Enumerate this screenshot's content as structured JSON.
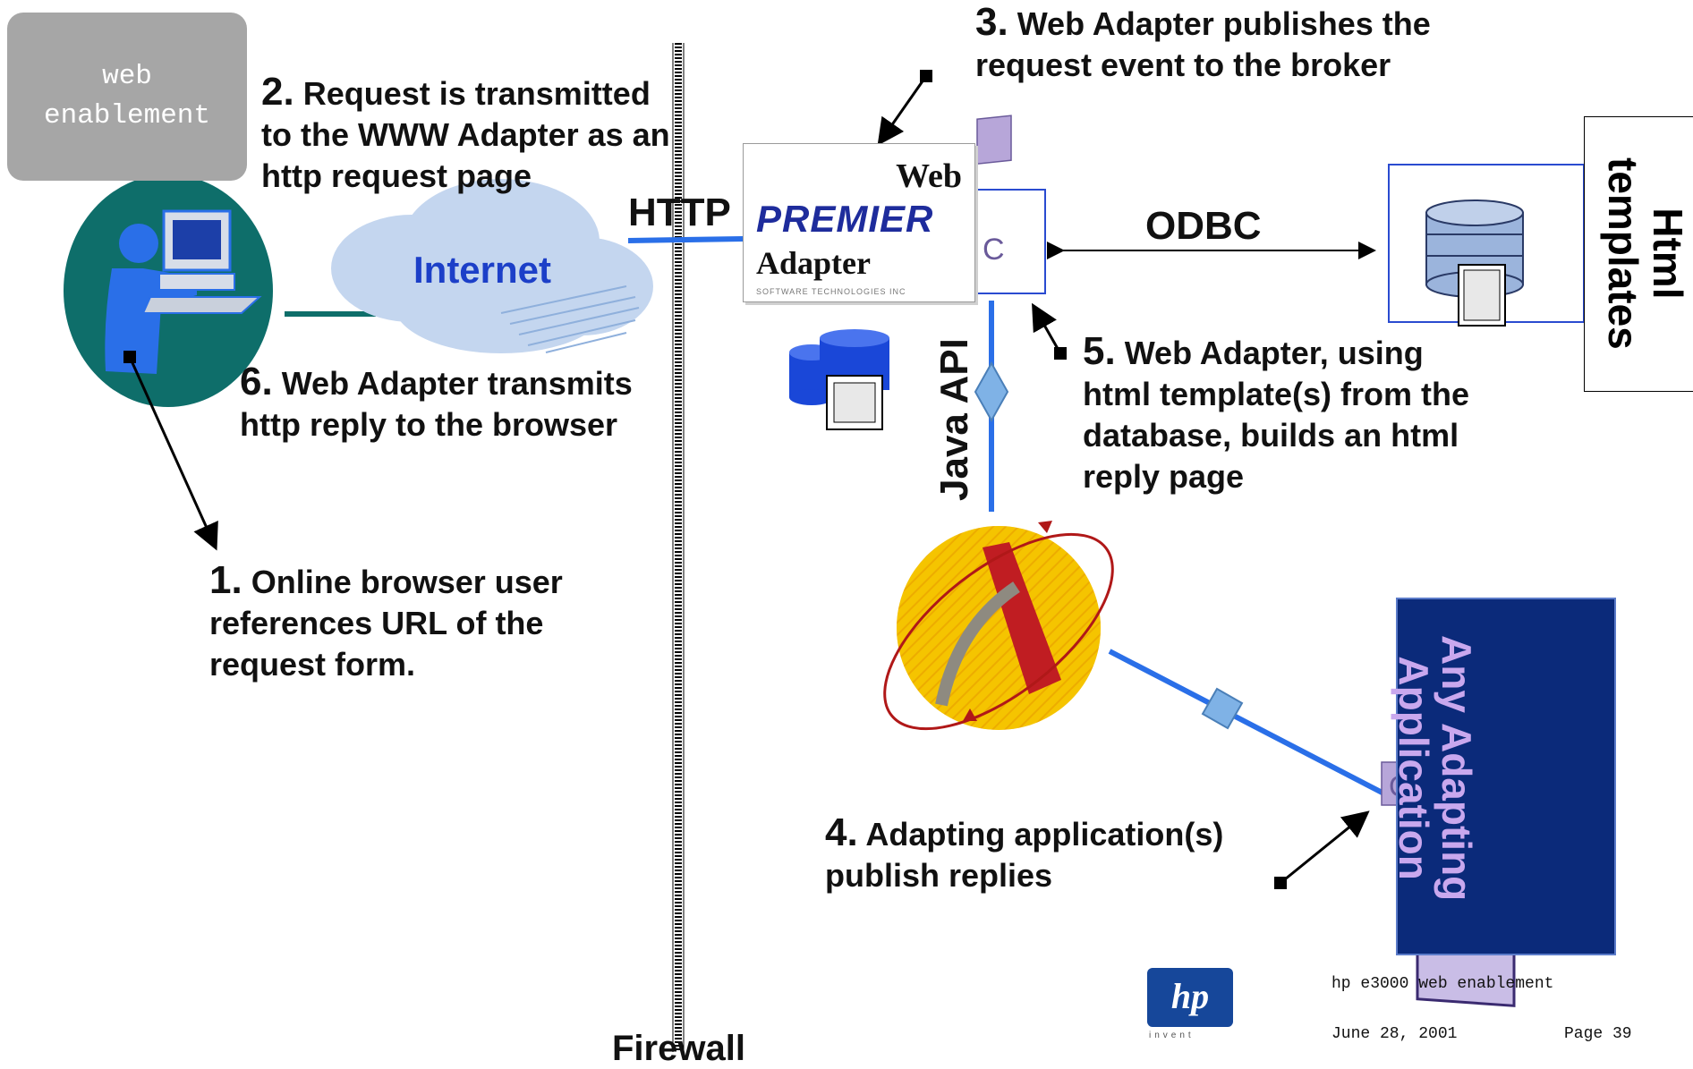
{
  "tag": {
    "line1": "web",
    "line2": "enablement"
  },
  "steps": {
    "s1": {
      "num": "1.",
      "l1": "Online browser user",
      "l2": "references URL of the",
      "l3": "request form."
    },
    "s2": {
      "num": "2.",
      "l1": "Request is transmitted",
      "l2": "to the WWW Adapter as an",
      "l3": "http request page"
    },
    "s3": {
      "num": "3.",
      "l1": "Web Adapter publishes the",
      "l2": "request event to the broker"
    },
    "s4": {
      "num": "4.",
      "l1": "Adapting application(s)",
      "l2": "publish replies"
    },
    "s5": {
      "num": "5.",
      "l1": "Web Adapter, using",
      "l2": "html template(s) from the",
      "l3": "database, builds an html",
      "l4": "reply page"
    },
    "s6": {
      "num": "6.",
      "l1": "Web Adapter transmits",
      "l2": "http reply to the browser"
    }
  },
  "labels": {
    "internet": "Internet",
    "http": "HTTP",
    "odbc": "ODBC",
    "java_api": "Java API",
    "firewall": "Firewall",
    "html_templates_l1": "Html",
    "html_templates_l2": "templates",
    "any_adapting_l1": "Any Adapting",
    "any_adapting_l2": "Application"
  },
  "adapter_logo": {
    "web": "Web",
    "premier": "PREMIER",
    "adapter": "Adapter",
    "sub": "SOFTWARE TECHNOLOGIES INC"
  },
  "footer": {
    "hp_logo": "hp",
    "invent": "invent",
    "product": "hp e3000 web enablement",
    "date": "June 28, 2001",
    "page": "Page 39"
  },
  "colors": {
    "blue_line": "#2a6fe8",
    "teal": "#0e6e6a",
    "app_bg": "#0b2a7a",
    "tag_bg": "#a6a6a6"
  }
}
